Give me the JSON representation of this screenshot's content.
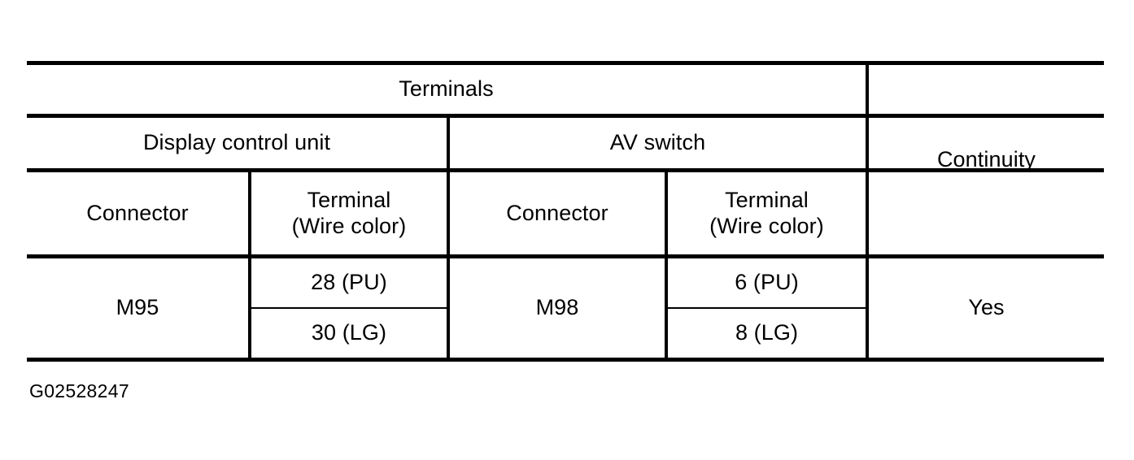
{
  "figure": {
    "caption": "G02528247",
    "ink_color": "#000000",
    "background_color": "#ffffff"
  },
  "table": {
    "group_headers": {
      "terminals": "Terminals",
      "continuity": "Continuity"
    },
    "sub_group_headers": {
      "display_control_unit": "Display control unit",
      "av_switch": "AV switch"
    },
    "column_headers": {
      "connector_left": "Connector",
      "terminal_left": "Terminal\n(Wire color)",
      "connector_right": "Connector",
      "terminal_right": "Terminal\n(Wire color)"
    },
    "rows": [
      {
        "display_control_unit_connector": "M95",
        "display_control_unit_terminals": [
          "28 (PU)",
          "30 (LG)"
        ],
        "av_switch_connector": "M98",
        "av_switch_terminals": [
          "6 (PU)",
          "8 (LG)"
        ],
        "continuity": "Yes"
      }
    ]
  }
}
